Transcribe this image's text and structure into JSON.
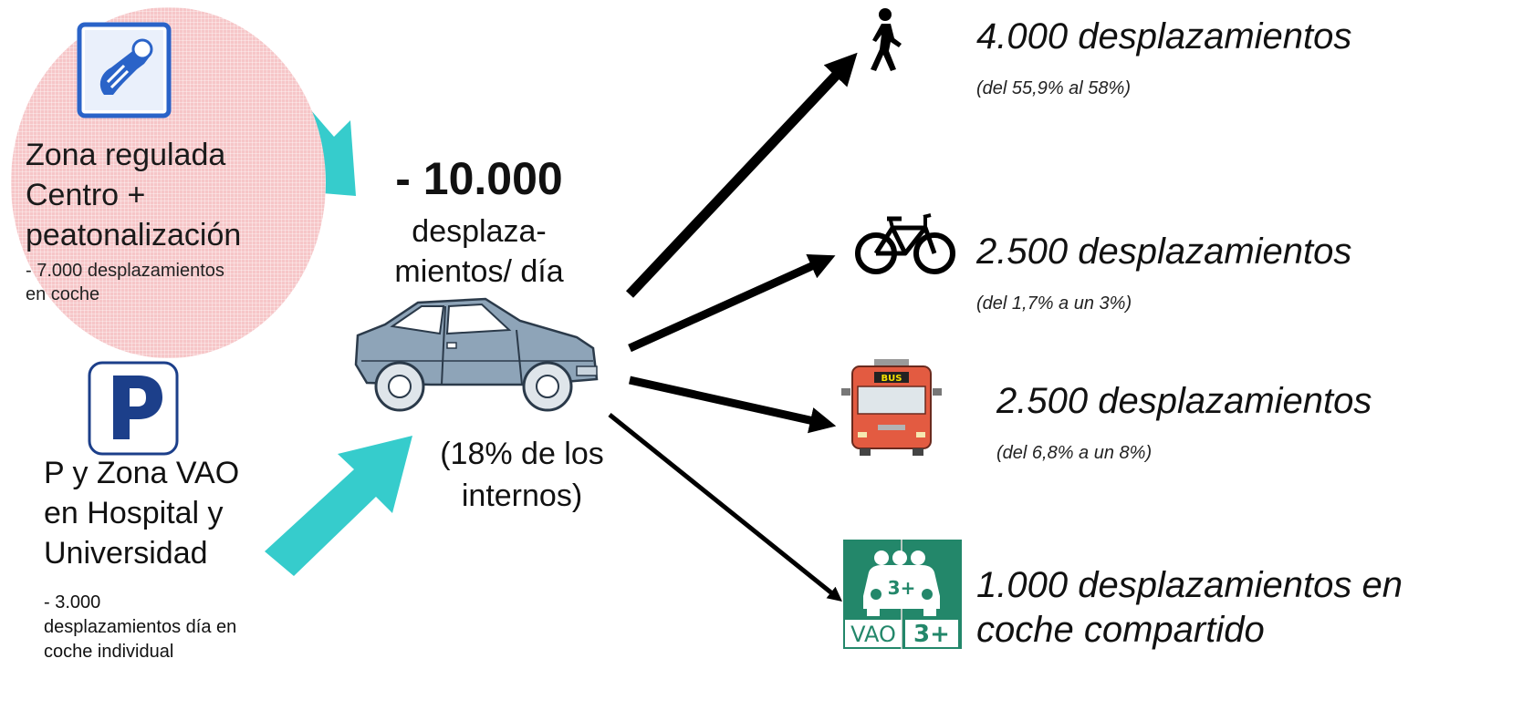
{
  "colors": {
    "zone_circle": "#f6c6c8",
    "teal_arrow": "#36cccc",
    "black_arrow": "#000000",
    "icon_blue": "#2a63c8",
    "parking_blue": "#1c3f8a",
    "car_body": "#8ea4b8",
    "bus_red": "#e35b41",
    "vao_green": "#23876a"
  },
  "icons": {
    "pay_parking": "hand-coin-parking-icon",
    "parking": "parking-p-icon",
    "car": "car-icon",
    "walk": "pedestrian-icon",
    "bike": "bicycle-icon",
    "bus": "bus-icon",
    "vao": "carpool-vao-icon"
  },
  "zone": {
    "title": "Zona regulada\nCentro +\npeatonalización",
    "subtitle": "- 7.000 desplazamientos\nen coche"
  },
  "parking": {
    "title": "P y Zona  VAO\nen Hospital  y\nUniversidad",
    "subtitle": "- 3.000\ndesplazamientos día en\ncoche individual"
  },
  "center": {
    "value": "- 10.000",
    "label": "desplaza-\nmientos/ día",
    "share": "(18% de los\ninternos)"
  },
  "outcomes": [
    {
      "title": "4.000 desplazamientos",
      "subtitle": "(del 55,9% al 58%)"
    },
    {
      "title": "2.500 desplazamientos",
      "subtitle": "(del 1,7% a un 3%)"
    },
    {
      "title": "2.500 desplazamientos",
      "subtitle": "(del 6,8% a un 8%)"
    },
    {
      "title": "1.000 desplazamientos en\ncoche compartido",
      "subtitle": ""
    }
  ],
  "bus_sign": "BUS",
  "vao_sign": {
    "badge": "3+",
    "label": "VAO",
    "count": "3+"
  }
}
